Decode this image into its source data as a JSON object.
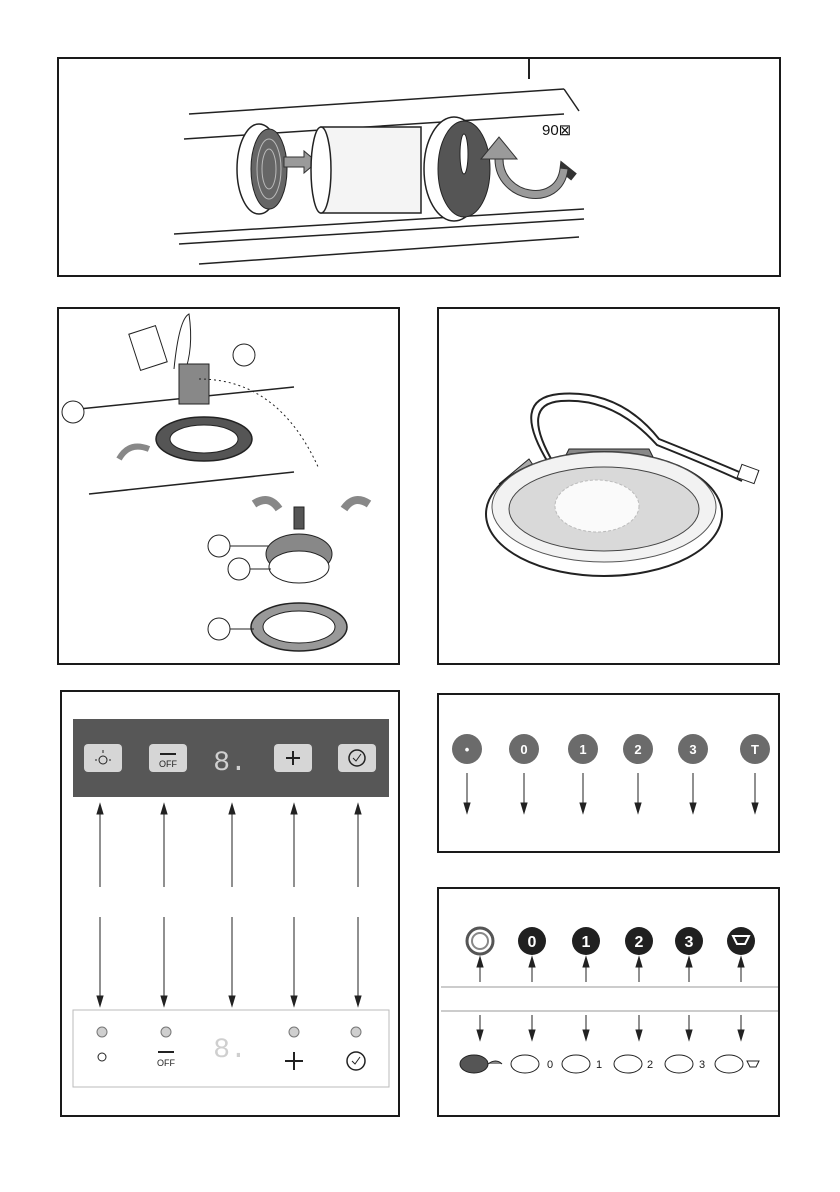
{
  "filter_panel": {
    "angle_label": "90⊠"
  },
  "control_panel": {
    "off_label": "OFF",
    "digit": "8."
  },
  "speed_buttons_top": [
    "0",
    "1",
    "2",
    "3"
  ],
  "speed_buttons_bottom": [
    "0",
    "1",
    "2",
    "3"
  ],
  "colors": {
    "dark_panel": "#575757",
    "button": "#d6d6d6",
    "badge": "#6b6b6b",
    "dark_badge": "#202020"
  }
}
